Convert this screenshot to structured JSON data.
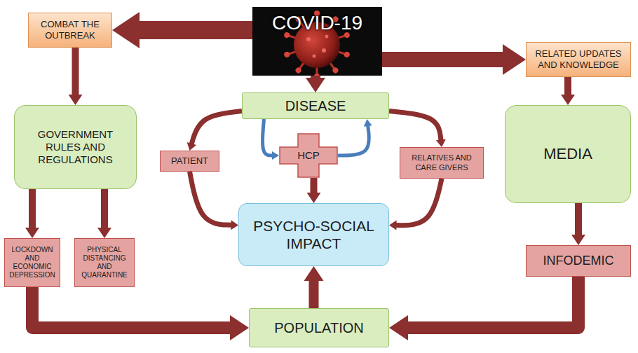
{
  "diagram": {
    "nodes": [
      {
        "text": [
          "COVID-19"
        ]
      },
      {
        "text": [
          "COMBAT THE OUTBREAK"
        ]
      },
      {
        "text": [
          "RELATED UPDATES AND KNOWLEDGE"
        ]
      },
      {
        "text": [
          "DISEASE"
        ]
      },
      {
        "text": [
          "GOVERNMENT RULES AND REGULATIONS"
        ]
      },
      {
        "text": [
          "MEDIA"
        ]
      },
      {
        "text": [
          "PATIENT"
        ]
      },
      {
        "text": [
          "HCP"
        ]
      },
      {
        "text": [
          "RELATIVES AND CARE GIVERS"
        ]
      },
      {
        "text": [
          "PSYCHO-SOCIAL IMPACT"
        ]
      },
      {
        "text": [
          "LOCKDOWN AND ECONOMIC DEPRESSION"
        ]
      },
      {
        "text": [
          "PHYSICAL DISTANCING AND QUARANTINE"
        ]
      },
      {
        "text": [
          "INFODEMIC"
        ]
      },
      {
        "text": [
          "POPULATION"
        ]
      }
    ],
    "edges": [
      {
        "from": 0,
        "to": 1,
        "arrow": "to"
      },
      {
        "from": 0,
        "to": 2,
        "arrow": "to"
      },
      {
        "from": 0,
        "to": 3,
        "arrow": "to"
      },
      {
        "from": 1,
        "to": 4,
        "arrow": "to"
      },
      {
        "from": 4,
        "to": 10,
        "arrow": "to"
      },
      {
        "from": 4,
        "to": 11,
        "arrow": "to"
      },
      {
        "from": 2,
        "to": 5,
        "arrow": "to"
      },
      {
        "from": 5,
        "to": 12,
        "arrow": "to"
      },
      {
        "from": 3,
        "to": 6,
        "arrow": "to"
      },
      {
        "from": 6,
        "to": 9,
        "arrow": "to"
      },
      {
        "from": 3,
        "to": 8,
        "arrow": "to"
      },
      {
        "from": 8,
        "to": 9,
        "arrow": "to"
      },
      {
        "from": 3,
        "to": 7,
        "arrow": "to"
      },
      {
        "from": 7,
        "to": 3,
        "arrow": "to"
      },
      {
        "from": 7,
        "to": 9,
        "arrow": "to"
      },
      {
        "from": 10,
        "to": 13,
        "arrow": "to"
      },
      {
        "from": 12,
        "to": 13,
        "arrow": "to"
      },
      {
        "from": 13,
        "to": 9,
        "arrow": "to"
      }
    ]
  }
}
